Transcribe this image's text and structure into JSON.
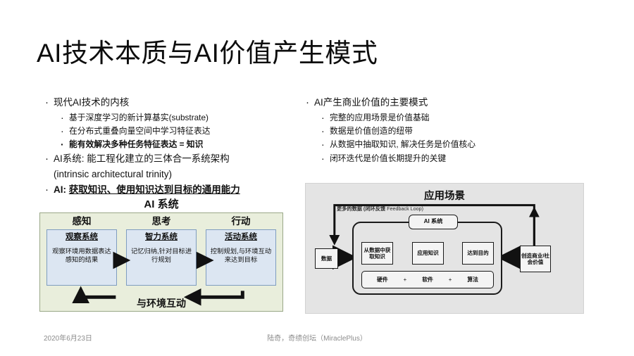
{
  "slide": {
    "title": "AI技术本质与AI价值产生模式",
    "background_color": "#ffffff"
  },
  "left_column": {
    "bullets": [
      {
        "level": 1,
        "text": "现代AI技术的内核",
        "bold": false,
        "underline": false
      },
      {
        "level": 2,
        "text": "基于深度学习的新计算基实(substrate)",
        "bold": false,
        "underline": false
      },
      {
        "level": 2,
        "text": "在分布式重叠向量空间中学习特征表达",
        "bold": false,
        "underline": false
      },
      {
        "level": 2,
        "text": "能有效解决多种任务特征表达 = 知识",
        "bold": true,
        "underline": false
      },
      {
        "level": 1,
        "text": "AI系统: 能工程化建立的三体合一系统架构",
        "bold": false,
        "underline": false
      },
      {
        "level": 1,
        "text": "(intrinsic architectural trinity)",
        "bold": false,
        "underline": false,
        "no_bullet": true
      },
      {
        "level": 1,
        "text": "AI: 获取知识、使用知识达到目标的通用能力",
        "bold": true,
        "underline": true,
        "prefix": "AI:"
      }
    ],
    "ai_label": "AI:",
    "ai_underlined_text": "获取知识、使用知识达到目标的通用能力"
  },
  "right_column": {
    "bullets": [
      {
        "level": 1,
        "text": "AI产生商业价值的主要模式"
      },
      {
        "level": 2,
        "text": "完整的应用场景是价值基础"
      },
      {
        "level": 2,
        "text": "数据是价值创造的纽带"
      },
      {
        "level": 2,
        "text": "从数据中抽取知识, 解决任务是价值核心"
      },
      {
        "level": 2,
        "text": "闭环迭代是价值长期提升的关键"
      }
    ]
  },
  "figure_left": {
    "title": "AI 系统",
    "panel_color": "#e9eedc",
    "box_color": "#dce6f2",
    "columns": [
      {
        "heading": "感知",
        "box_title": "观察系统",
        "box_body": "观察环境用数据表达感知的结果"
      },
      {
        "heading": "思考",
        "box_title": "智力系统",
        "box_body": "记忆归纳,针对目标进行规划"
      },
      {
        "heading": "行动",
        "box_title": "活动系统",
        "box_body": "控制规划,与环境互动来达到目标"
      }
    ],
    "footer_label": "与环境互动"
  },
  "figure_right": {
    "title": "应用场景",
    "panel_color": "#e4e4e4",
    "feedback_label_cn": "更多的数据 (闭环反馈",
    "feedback_label_en": "Feedback Loop)",
    "ai_system_label": "AI 系统",
    "data_node": "数据",
    "pipeline": [
      "从数据中获取知识",
      "应用知识",
      "达到目的"
    ],
    "stack": [
      "硬件",
      "软件",
      "算法"
    ],
    "stack_plus": "+",
    "value_node": "创造商业/社会价值"
  },
  "footer": {
    "date": "2020年6月23日",
    "author": "陆奇，奇绩创坛（MiraclePlus）"
  }
}
